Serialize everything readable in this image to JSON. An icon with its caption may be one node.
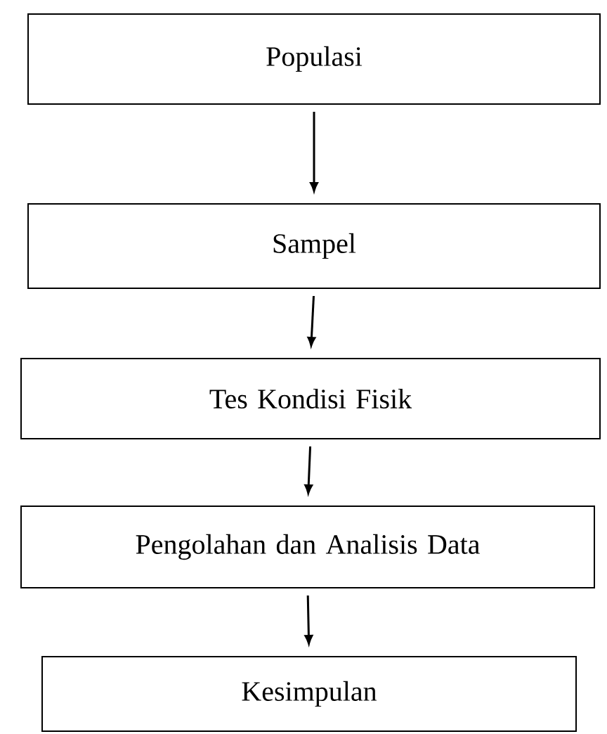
{
  "diagram": {
    "nodes": [
      {
        "text": [
          "Populasi"
        ]
      },
      {
        "text": [
          "Sampel"
        ]
      },
      {
        "text": [
          "Tes Kondisi Fisik"
        ]
      },
      {
        "text": [
          "Pengolahan dan Analisis Data"
        ]
      },
      {
        "text": [
          "Kesimpulan"
        ]
      }
    ],
    "edges": [
      {
        "from": 0,
        "to": 1,
        "arrow": "to"
      },
      {
        "from": 1,
        "to": 2,
        "arrow": "to"
      },
      {
        "from": 2,
        "to": 3,
        "arrow": "to"
      },
      {
        "from": 3,
        "to": 4,
        "arrow": "to"
      }
    ]
  }
}
